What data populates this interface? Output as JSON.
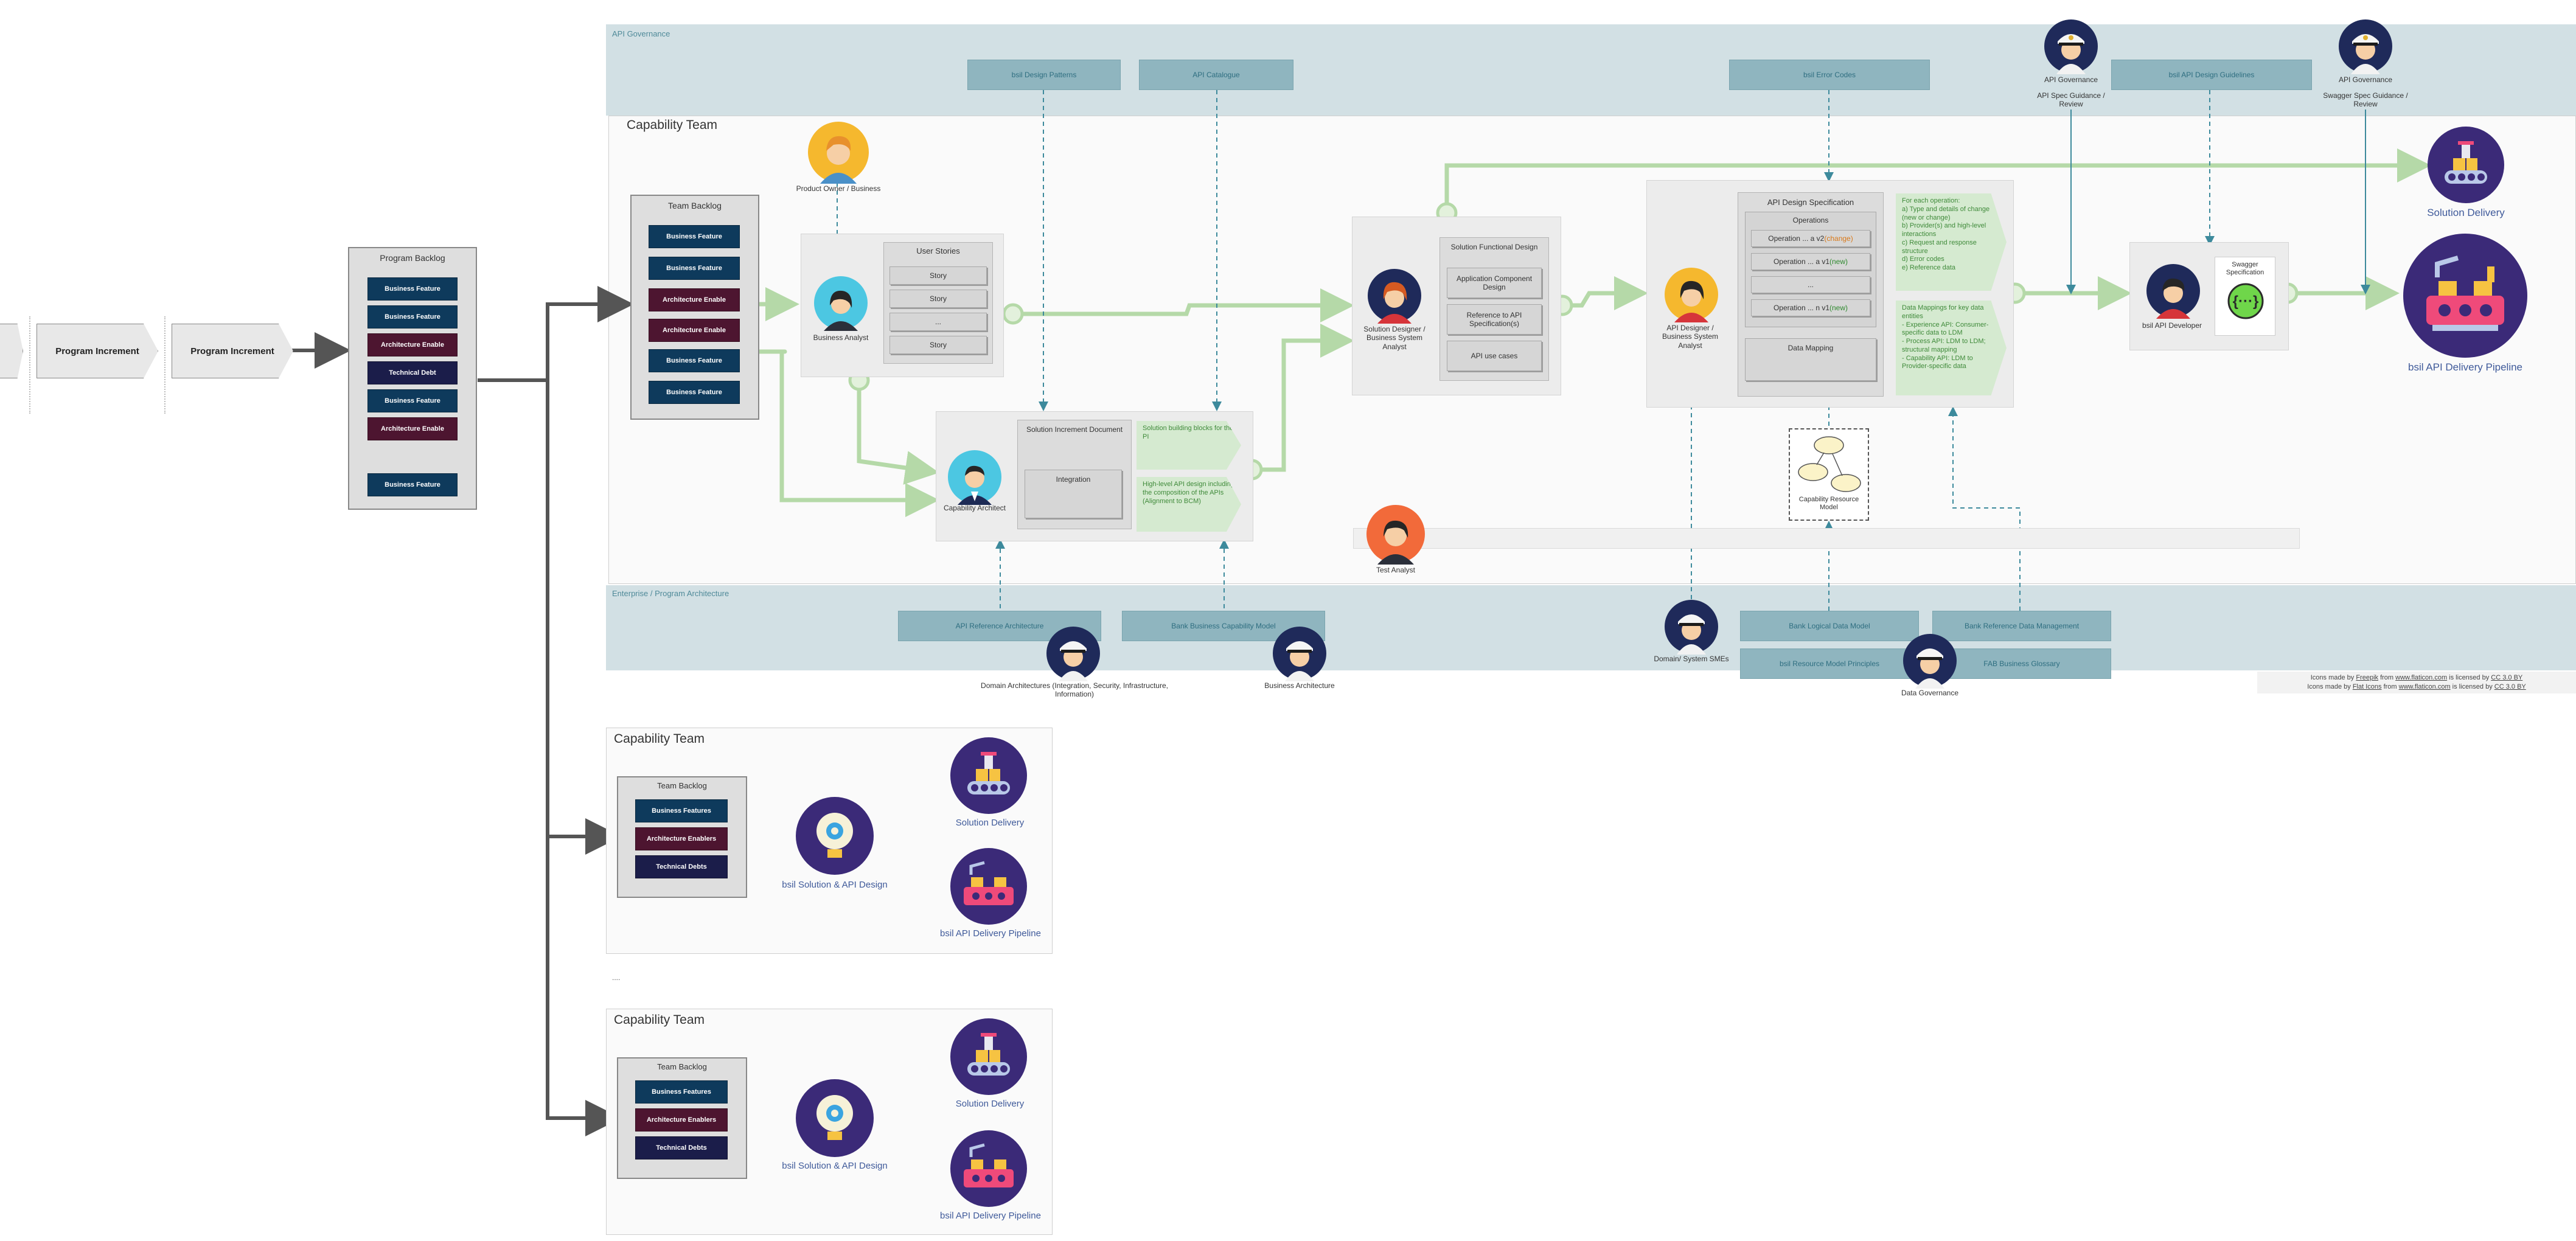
{
  "program_increments": [
    "Program Increment",
    "Program Increment"
  ],
  "program_backlog": {
    "title": "Program Backlog",
    "items": [
      {
        "label": "Business Feature",
        "kind": "bf"
      },
      {
        "label": "Business Feature",
        "kind": "bf"
      },
      {
        "label": "Architecture Enable",
        "kind": "ae"
      },
      {
        "label": "Technical Debt",
        "kind": "td"
      },
      {
        "label": "Business Feature",
        "kind": "bf"
      },
      {
        "label": "Architecture Enable",
        "kind": "ae"
      },
      {
        "label": "",
        "kind": "gap"
      },
      {
        "label": "Business Feature",
        "kind": "bf"
      }
    ]
  },
  "api_governance": {
    "label": "API Governance",
    "refs": [
      "bsil Design Patterns",
      "API Catalogue",
      "bsil Error Codes",
      "bsil API Design Guidelines"
    ],
    "person1": {
      "title": "API Governance",
      "caption": "API Spec Guidance / Review"
    },
    "person2": {
      "title": "API Governance",
      "caption": "Swagger Spec Guidance / Review"
    }
  },
  "capability_team_main": {
    "title": "Capability Team",
    "team_backlog": {
      "title": "Team Backlog",
      "items": [
        {
          "label": "Business Feature",
          "kind": "bf"
        },
        {
          "label": "Business Feature",
          "kind": "bf"
        },
        {
          "label": "Architecture Enable",
          "kind": "ae"
        },
        {
          "label": "Architecture Enable",
          "kind": "ae"
        },
        {
          "label": "Business Feature",
          "kind": "bf"
        },
        {
          "label": "Business Feature",
          "kind": "bf"
        }
      ]
    },
    "product_owner": "Product Owner / Business",
    "business_analyst": "Business Analyst",
    "user_stories": {
      "title": "User Stories",
      "items": [
        "Story",
        "Story",
        "...",
        "Story"
      ]
    },
    "capability_architect": "Capability Architect",
    "solution_increment": {
      "title": "Solution Increment Document",
      "integration": "Integration"
    },
    "notes_increment": [
      "Solution building blocks for the PI",
      "High-level API design including the composition of the APIs (Alignment to BCM)"
    ],
    "solution_designer": "Solution Designer / Business System Analyst",
    "solution_functional": {
      "title": "Solution Functional Design",
      "items": [
        "Application Component Design",
        "Reference to API Specification(s)",
        "API use cases"
      ]
    },
    "api_designer": "API Designer / Business System Analyst",
    "api_design_spec": {
      "title": "API Design Specification",
      "operations_title": "Operations",
      "ops": [
        {
          "text": "Operation ... a v2 ",
          "tag": "(change)",
          "tag_color": "#d9791a"
        },
        {
          "text": "Operation ... a v1 ",
          "tag": "(new)",
          "tag_color": "#2f8a2f"
        },
        {
          "text": "...",
          "tag": "",
          "tag_color": "#2f8a2f"
        },
        {
          "text": "Operation ... n v1 ",
          "tag": "(new)",
          "tag_color": "#2f8a2f"
        }
      ],
      "data_mapping": "Data Mapping"
    },
    "note_operations": [
      "For each operation:",
      "a) Type and details of change (new or change)",
      "b) Provider(s) and high-level interactions",
      "c) Request and response structure",
      "d) Error codes",
      "e) Reference data"
    ],
    "note_mappings": [
      "Data Mappings for key data entities",
      "- Experience API: Consumer-specific data to LDM",
      "- Process API: LDM to LDM; structural mapping",
      "- Capability API: LDM to Provider-specific data"
    ],
    "capability_resource_model": "Capability Resource Model",
    "test_analyst": "Test Analyst",
    "api_developer": "bsil API Developer",
    "swagger": "Swagger Specification",
    "solution_delivery": "Solution Delivery",
    "pipeline": "bsil API Delivery Pipeline"
  },
  "enterprise": {
    "label": "Enterprise / Program Architecture",
    "refs": [
      "API Reference Architecture",
      "Bank Business Capability Model",
      "Bank Logical Data Model",
      "Bank Reference Data Management",
      "bsil Resource Model Principles",
      "FAB Business Glossary"
    ],
    "domain_arch": "Domain Architectures (Integration, Security, Infrastructure, Information)",
    "business_arch": "Business Architecture",
    "domain_smes": "Domain/ System SMEs",
    "data_governance": "Data Governance"
  },
  "credits": [
    {
      "pre": "Icons made by ",
      "author": "Freepik",
      "mid": " from ",
      "site": "www.flaticon.com",
      "post": " is licensed by ",
      "lic": "CC 3.0 BY"
    },
    {
      "pre": "Icons made by ",
      "author": "Flat Icons",
      "mid": " from ",
      "site": "www.flaticon.com",
      "post": " is licensed by ",
      "lic": "CC 3.0 BY"
    }
  ],
  "small_teams": [
    {
      "title": "Capability Team",
      "backlog_title": "Team Backlog",
      "items": [
        {
          "label": "Business Features",
          "kind": "bf"
        },
        {
          "label": "Architecture Enablers",
          "kind": "ae"
        },
        {
          "label": "Technical Debts",
          "kind": "td"
        }
      ],
      "design": "bsil Solution & API Design",
      "delivery": "Solution Delivery",
      "pipeline": "bsil API Delivery Pipeline"
    },
    {
      "title": "Capability Team",
      "backlog_title": "Team Backlog",
      "items": [
        {
          "label": "Business Features",
          "kind": "bf"
        },
        {
          "label": "Architecture Enablers",
          "kind": "ae"
        },
        {
          "label": "Technical Debts",
          "kind": "td"
        }
      ],
      "design": "bsil Solution & API Design",
      "delivery": "Solution Delivery",
      "pipeline": "bsil API Delivery Pipeline"
    }
  ],
  "ellipsis": "....",
  "colors": {
    "region": "#d2e0e4",
    "flow": "#b5d9a8",
    "dashed": "#3d8a9c",
    "business_feature": "#0e3a5c",
    "architecture_enabler": "#4d1530",
    "technical_debt": "#1b1d4a",
    "icon_purple": "#3b2a78",
    "icon_label": "#3f5a9a"
  }
}
